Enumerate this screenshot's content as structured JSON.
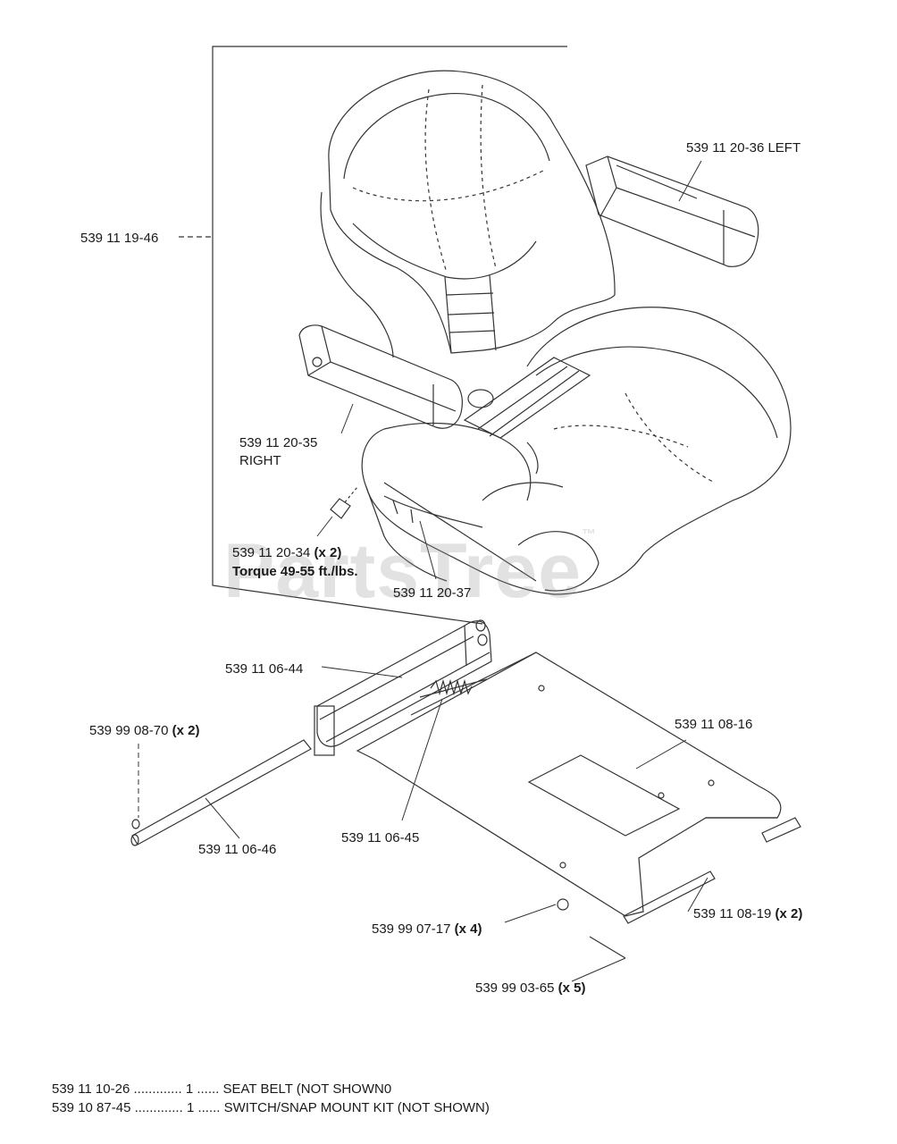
{
  "watermark": {
    "text": "PartsTree",
    "mark": "™"
  },
  "callouts": {
    "seat_assembly": "539 11 19-46",
    "armrest_left": "539 11 20-36 LEFT",
    "armrest_right": "539 11 20-35",
    "armrest_right_side": "RIGHT",
    "bolt": "539 11 20-34",
    "bolt_qty": "(x 2)",
    "torque_prefix": "Torque",
    "torque_value": "49-55",
    "torque_unit": "ft./lbs.",
    "seat_bracket": "539 11 20-37",
    "slide_rail": "539 11 06-44",
    "clip": "539 99 08-70",
    "clip_qty": "(x 2)",
    "seat_pan": "539 11 08-16",
    "rod": "539 11 06-46",
    "spring": "539 11 06-45",
    "nut": "539 99 07-17",
    "nut_qty": "(x 4)",
    "pin": "539 11 08-19",
    "pin_qty": "(x 2)",
    "cotter": "539 99 03-65",
    "cotter_qty": "(x 5)"
  },
  "notes": [
    {
      "part": "539 11 10-26",
      "qty": "1",
      "desc": "SEAT BELT (NOT SHOWN0"
    },
    {
      "part": "539 10 87-45",
      "qty": "1",
      "desc": "SWITCH/SNAP MOUNT KIT (NOT SHOWN)"
    }
  ]
}
